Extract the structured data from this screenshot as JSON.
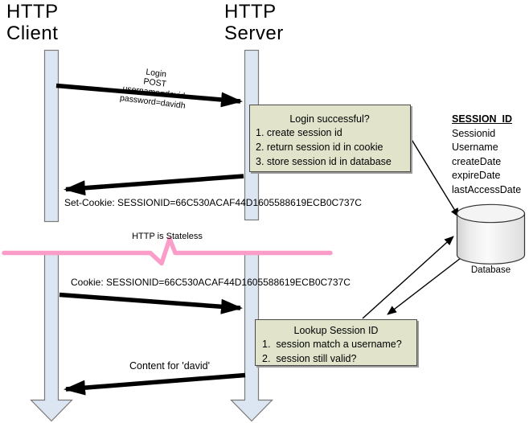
{
  "colors": {
    "lifeline_fill": "#dce6f2",
    "lifeline_border": "#7a7a7a",
    "note_fill": "#e1e4cb",
    "note_border": "#4a4a4a",
    "stateless_pink": "#fc9cc9",
    "arrow_black": "#000000",
    "db_stroke": "#333333"
  },
  "actors": {
    "client_label": "HTTP\nClient",
    "server_label": "HTTP\nServer"
  },
  "messages": {
    "login": "Login\nPOST\nusername=david\npassword=davidh",
    "set_cookie": "Set-Cookie: SESSIONID=66C530ACAF44D1605588619ECB0C737C",
    "cookie": "Cookie: SESSIONID=66C530ACAF44D1605588619ECB0C737C",
    "content": "Content for 'david'"
  },
  "stateless_label": "HTTP is Stateless",
  "notes": {
    "login_note": {
      "title": "Login successful?",
      "items": [
        "1. create session id",
        "2. return session id in cookie",
        "3. store session id in database"
      ]
    },
    "lookup_note": {
      "title": "Lookup Session ID",
      "items": [
        "1.  session match a username?",
        "2.  session still valid?"
      ]
    }
  },
  "session_table": {
    "title": "SESSION_ID",
    "fields": [
      "Sessionid",
      "Username",
      "createDate",
      "expireDate",
      "lastAccessDate"
    ]
  },
  "database_label": "Database"
}
